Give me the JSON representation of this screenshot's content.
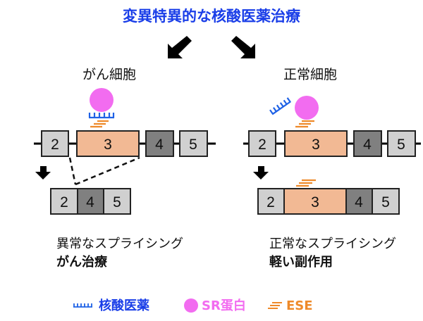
{
  "title": "変異特異的な核酸医薬治療",
  "colors": {
    "title": "#1a3ee8",
    "oligo": "#1f62e6",
    "sr_protein": "#f26cf0",
    "ese": "#ee8a2a",
    "exon_light": "#d0d0d0",
    "exon_dark": "#808080",
    "exon_target": "#f2b994"
  },
  "left": {
    "cell_label": "がん細胞",
    "exons": [
      "2",
      "3",
      "4",
      "5"
    ],
    "spliced_exons": [
      "2",
      "4",
      "5"
    ],
    "caption_line1": "異常なスプライシング",
    "caption_line2": "がん治療"
  },
  "right": {
    "cell_label": "正常細胞",
    "exons": [
      "2",
      "3",
      "4",
      "5"
    ],
    "spliced_exons": [
      "2",
      "3",
      "4",
      "5"
    ],
    "caption_line1": "正常なスプライシング",
    "caption_line2": "軽い副作用"
  },
  "legend": [
    {
      "icon": "oligo-comb-icon",
      "label": "核酸医薬",
      "color": "#1a3ee8"
    },
    {
      "icon": "sr-protein-circle-icon",
      "label": "SR蛋白",
      "color": "#f26cf0"
    },
    {
      "icon": "ese-stripes-icon",
      "label": "ESE",
      "color": "#ee8a2a"
    }
  ]
}
